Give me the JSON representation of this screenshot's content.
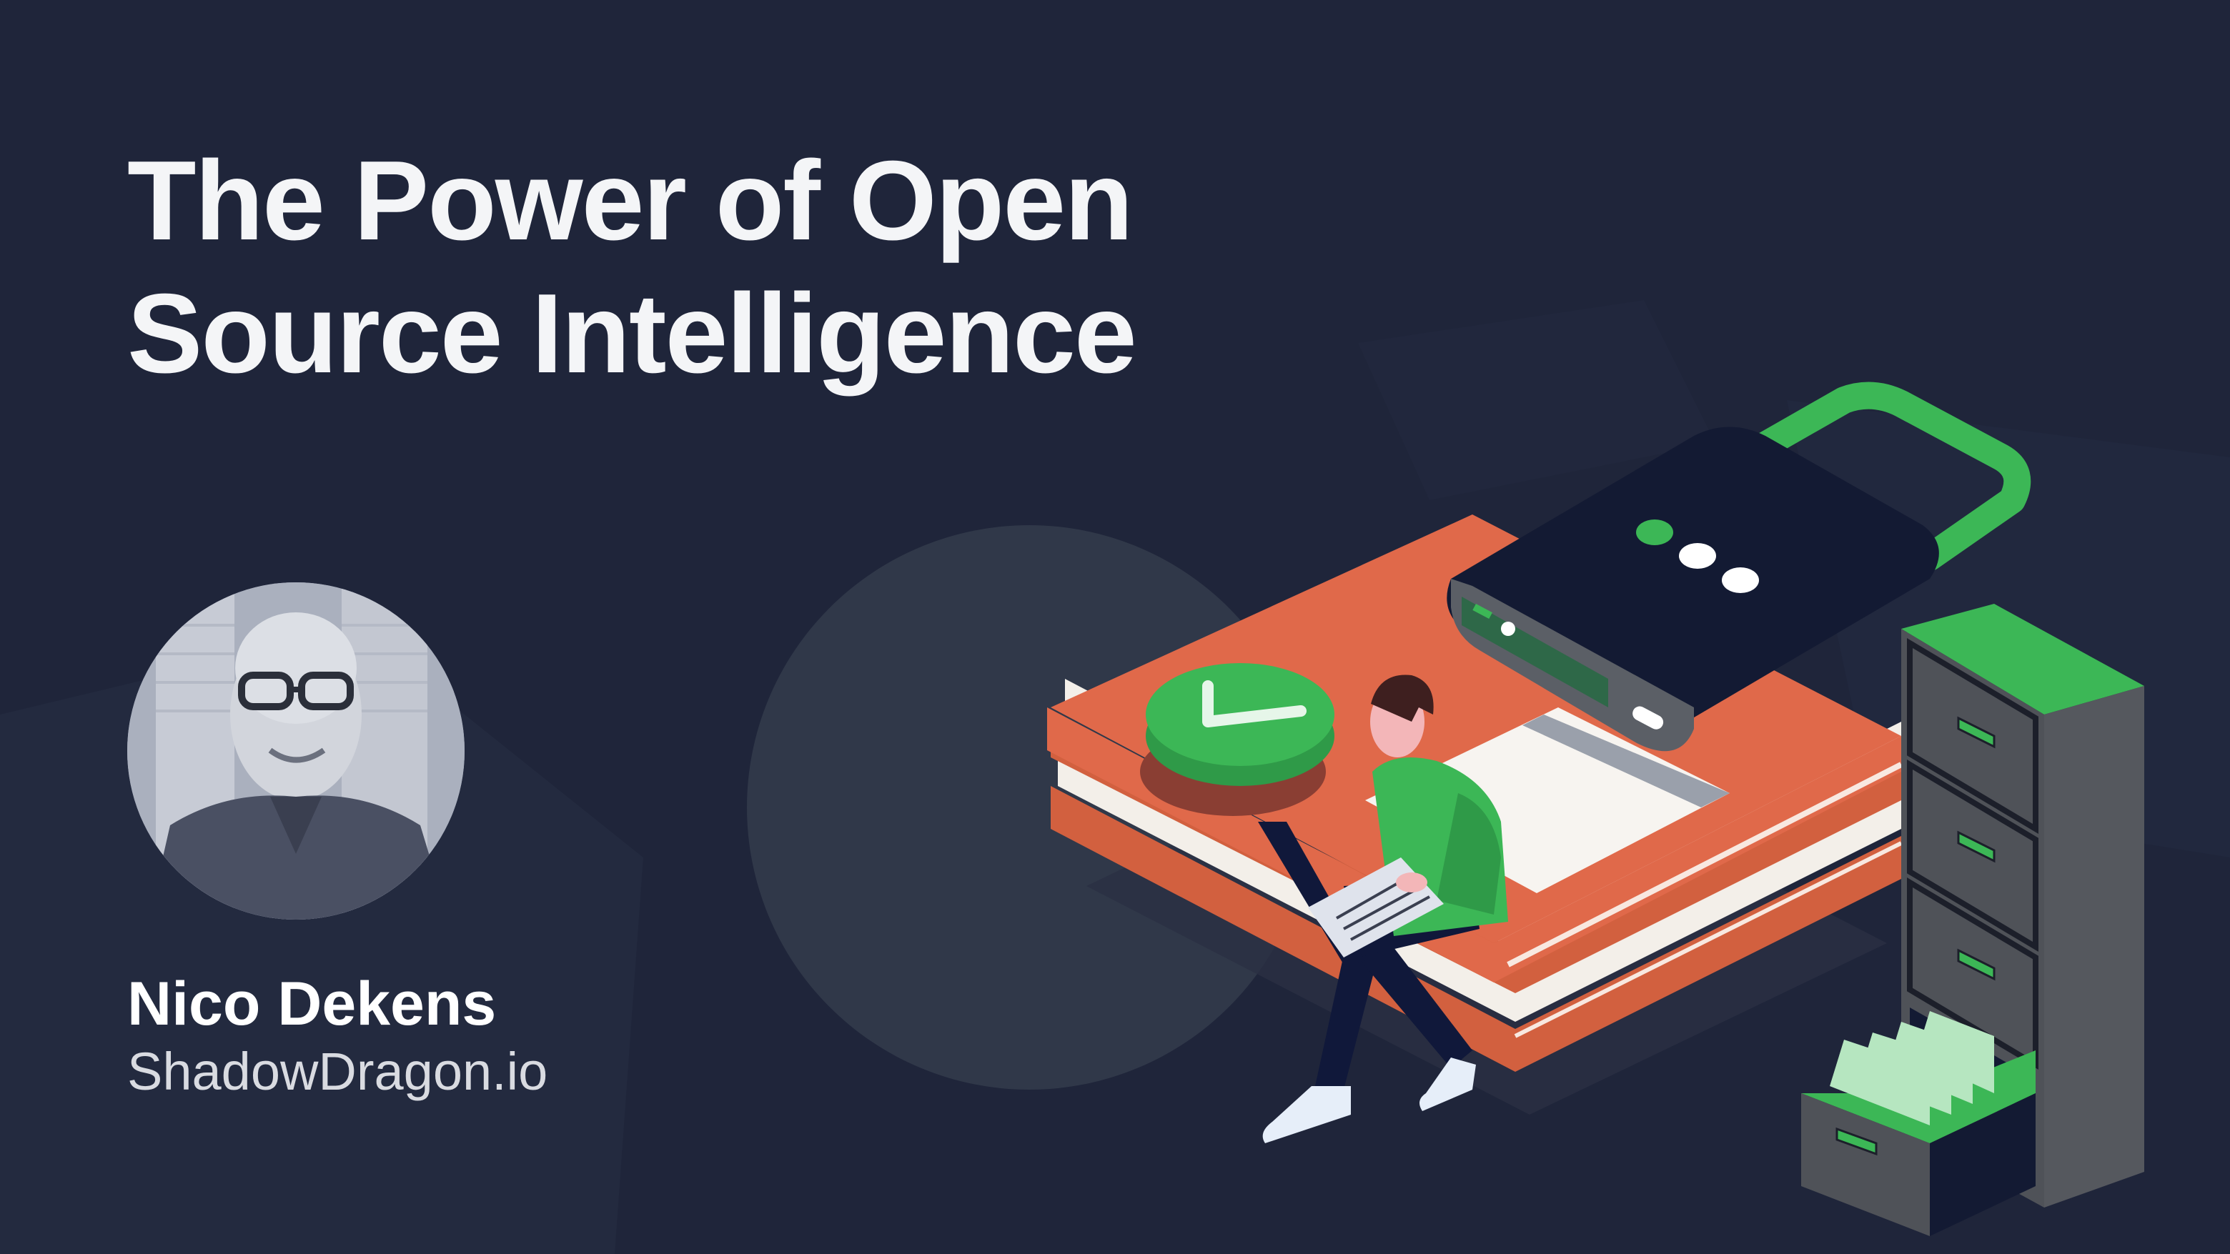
{
  "slide": {
    "title_lines": [
      "The Power of Open",
      "Source Intelligence"
    ],
    "speaker": {
      "name": "Nico Dekens",
      "organization": "ShadowDragon.io",
      "avatar_alt": "Speaker portrait (grayscale)"
    },
    "illustration": {
      "description": "Isometric illustration: person with laptop sitting on stacked books, padlock device, green checkmark badge, filing cabinet with open drawer",
      "icons": [
        "padlock-icon",
        "checkmark-badge-icon",
        "laptop-icon",
        "filing-cabinet-icon",
        "book-stack-icon"
      ]
    }
  },
  "colors": {
    "background": "#1f253a",
    "background_shape": "#252b40",
    "circle": "#303849",
    "title_text": "#f4f5f7",
    "accent_green": "#3cb756",
    "book_orange": "#e0694a",
    "device_dark": "#131a33",
    "cabinet_gray": "#4f5258"
  }
}
